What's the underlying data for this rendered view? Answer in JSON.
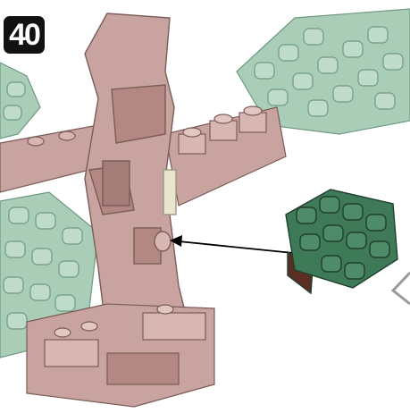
{
  "step": {
    "number": "40"
  },
  "colors": {
    "trunk": "#c9a39f",
    "trunk_dark": "#b38883",
    "outline": "#7a5c58",
    "foliage_faded": "#a9cdb7",
    "foliage_faded_dark": "#8fb8a0",
    "new_part": "#3f7a58",
    "new_part_dark": "#2d5b40",
    "new_part_base": "#5a2e22",
    "arrow": "#000000"
  },
  "icons": [
    "step-number-badge",
    "placement-arrow",
    "new-foliage-assembly-icon"
  ]
}
